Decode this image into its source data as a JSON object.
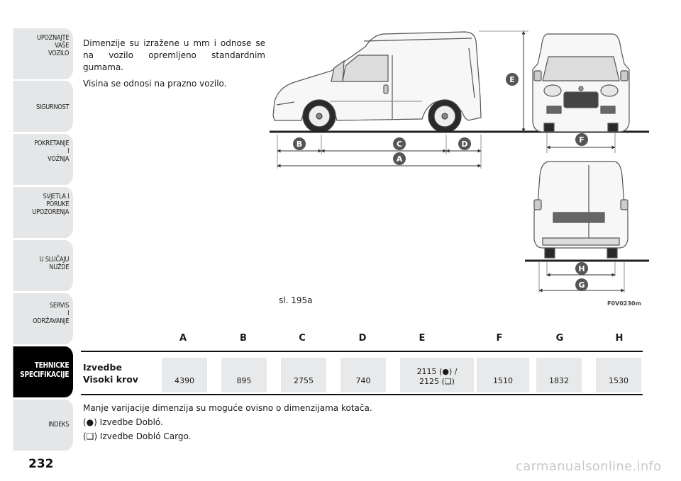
{
  "sidebar": {
    "tabs": [
      {
        "label": "UPOZNAJTE\nVAŠE\nVOZILO",
        "active": false
      },
      {
        "label": "SIGURNOST",
        "active": false
      },
      {
        "label": "POKRETANJE\nI\nVOŽNJA",
        "active": false
      },
      {
        "label": "SVJETLA I\nPORUKE\nUPOZORENJA",
        "active": false
      },
      {
        "label": "U SLUČAJU\nNUŽDE",
        "active": false
      },
      {
        "label": "SERVIS\nI\nODRŽAVANJE",
        "active": false
      },
      {
        "label": "TEHNICKE\nSPECIFIKACIJE",
        "active": true
      },
      {
        "label": "INDEKS",
        "active": false
      }
    ],
    "active_color": "#000000",
    "tab_color": "#e4e6e7"
  },
  "page_number": "232",
  "intro": {
    "p1": "Dimenzije su izražene u mm i odnose se na vozilo opremljeno standardnim gumama.",
    "p2": "Visina se odnosi na prazno vozilo."
  },
  "figure": {
    "caption": "sl. 195a",
    "code": "F0V0230m",
    "markers": {
      "a": "A",
      "b": "B",
      "c": "C",
      "d": "D",
      "e": "E",
      "f": "F",
      "g": "G",
      "h": "H"
    }
  },
  "specs": {
    "headers": [
      "A",
      "B",
      "C",
      "D",
      "E",
      "F",
      "G",
      "H"
    ],
    "row_label_line1": "Izvedbe",
    "row_label_line2": "Visoki krov",
    "values": [
      "4390",
      "895",
      "2755",
      "740",
      "2115 (●) /\n2125 (❑)",
      "1510",
      "1832",
      "1530"
    ]
  },
  "notes": {
    "n1": "Manje varijacije dimenzija su moguće ovisno o dimenzijama kotača.",
    "n2": "(●) Izvedbe Dobló.",
    "n3": "(❑) Izvedbe Dobló Cargo."
  },
  "watermark": "carmanualsonline.info"
}
